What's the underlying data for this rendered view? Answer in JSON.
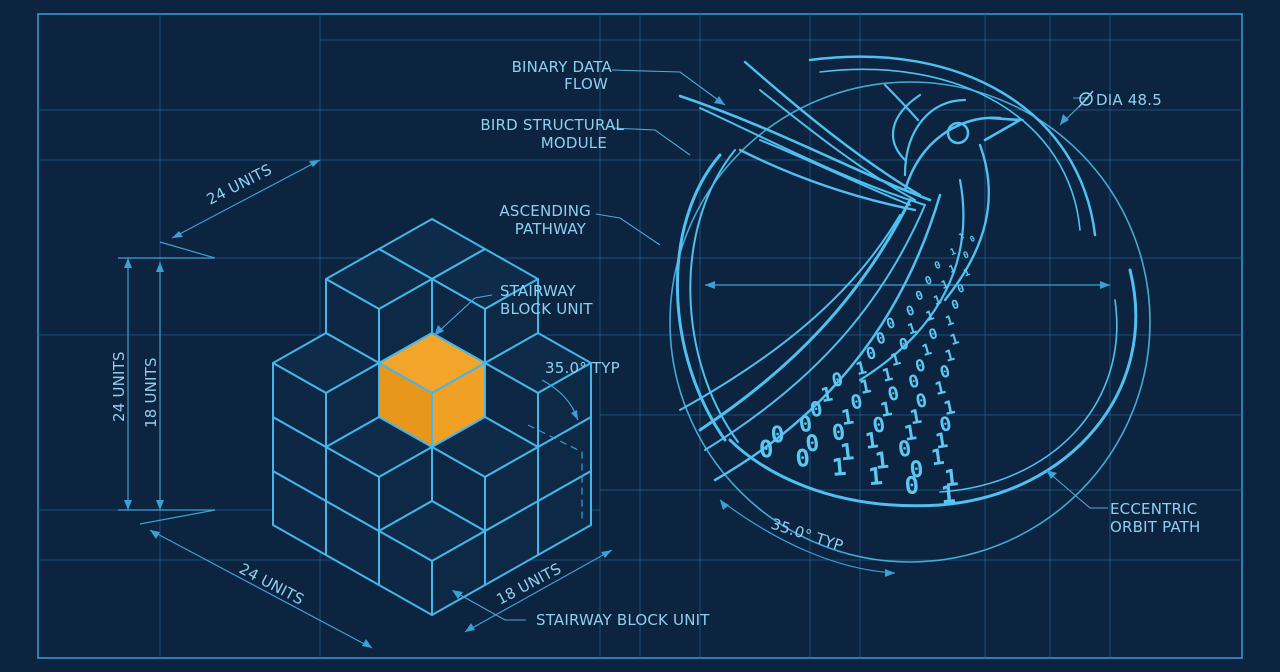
{
  "labels": {
    "binary_data_flow_1": "BINARY DATA",
    "binary_data_flow_2": "FLOW",
    "bird_module_1": "BIRD STRUCTURAL",
    "bird_module_2": "MODULE",
    "ascending_1": "ASCENDING",
    "ascending_2": "PATHWAY",
    "stairway_unit_1": "STAIRWAY",
    "stairway_unit_2": "BLOCK UNIT",
    "stairway_unit_bottom": "STAIRWAY BLOCK UNIT",
    "diameter": "DIA 48.5",
    "orbit_1": "ECCENTRIC",
    "orbit_2": "ORBIT PATH",
    "angle_top": "35.0° TYP",
    "angle_bottom": "35.0° TYP",
    "dim_top": "24 UNITS",
    "dim_left_outer": "24 UNITS",
    "dim_left_inner": "18 UNITS",
    "dim_bottom_left": "24 UNITS",
    "dim_bottom_right": "18 UNITS"
  },
  "binary_digits": [
    "1",
    "0",
    "1",
    "0",
    "0",
    "1",
    "1",
    "0",
    "1",
    "0",
    "0",
    "1",
    "0",
    "0",
    "1",
    "1",
    "0",
    "1",
    "0",
    "1",
    "0",
    "0",
    "1",
    "1",
    "0",
    "1",
    "0",
    "0",
    "1",
    "1",
    "0",
    "1",
    "0",
    "1",
    "0",
    "0",
    "1",
    "1",
    "0",
    "1",
    "1",
    "0",
    "0",
    "1",
    "0",
    "1",
    "1",
    "0",
    "0",
    "1",
    "0",
    "1",
    "0",
    "0",
    "1",
    "1",
    "0",
    "1",
    "0",
    "0",
    "1",
    "1",
    "0",
    "1",
    "0",
    "0",
    "1",
    "0",
    "1",
    "1",
    "0",
    "0",
    "1",
    "0",
    "1",
    "0",
    "1",
    "1",
    "0",
    "1"
  ],
  "colors": {
    "background": "#0c2440",
    "line": "#45b6ea",
    "accent_orange": "#f2a52a",
    "grid": "#1f5f8a"
  },
  "icons": {
    "diameter_symbol": "diameter-icon"
  }
}
